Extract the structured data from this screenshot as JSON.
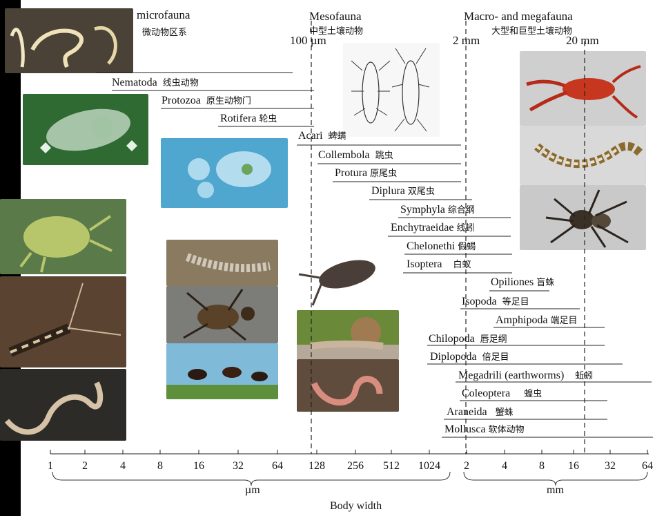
{
  "headers": {
    "microfauna": {
      "en": "microfauna",
      "zh": "微动物区系"
    },
    "mesofauna": {
      "en": "Mesofauna",
      "zh": "中型土壤动物"
    },
    "macrofauna": {
      "en": "Macro- and megafauna",
      "zh": "大型和巨型土壤动物"
    }
  },
  "thresholds": {
    "t1": "100 µm",
    "t2": "2 mm",
    "t3": "20 mm"
  },
  "taxa": [
    {
      "en": "Nematoda",
      "zh": "线虫动物"
    },
    {
      "en": "Protozoa",
      "zh": "原生动物门"
    },
    {
      "en": "Rotifera",
      "zh": "轮虫"
    },
    {
      "en": "Acari",
      "zh": "蜱螨"
    },
    {
      "en": "Collembola",
      "zh": "跳虫"
    },
    {
      "en": "Protura",
      "zh": "原尾虫"
    },
    {
      "en": "Diplura",
      "zh": "双尾虫"
    },
    {
      "en": "Symphyla",
      "zh": "综合纲"
    },
    {
      "en": "Enchytraeidae",
      "zh": "线蚓"
    },
    {
      "en": "Chelonethi",
      "zh": "假蝎"
    },
    {
      "en": "Isoptera",
      "zh": "白蚁"
    },
    {
      "en": "Opiliones",
      "zh": "盲蛛"
    },
    {
      "en": "Isopoda",
      "zh": "等足目"
    },
    {
      "en": "Amphipoda",
      "zh": "端足目"
    },
    {
      "en": "Chilopoda",
      "zh": "唇足纲"
    },
    {
      "en": "Diplopoda",
      "zh": "倍足目"
    },
    {
      "en": "Megadrili (earthworms)",
      "zh": "蚯蚓"
    },
    {
      "en": "Coleoptera",
      "zh": "蝗虫"
    },
    {
      "en": "Araneida",
      "zh": "蟹蛛"
    },
    {
      "en": "Mollusca",
      "zh": "软体动物"
    }
  ],
  "axis": {
    "um_ticks": [
      "1",
      "2",
      "4",
      "8",
      "16",
      "32",
      "64",
      "128",
      "256",
      "512",
      "1024"
    ],
    "mm_ticks": [
      "2",
      "4",
      "8",
      "16",
      "32",
      "64"
    ],
    "um_unit": "µm",
    "mm_unit": "mm",
    "title": "Body width"
  }
}
